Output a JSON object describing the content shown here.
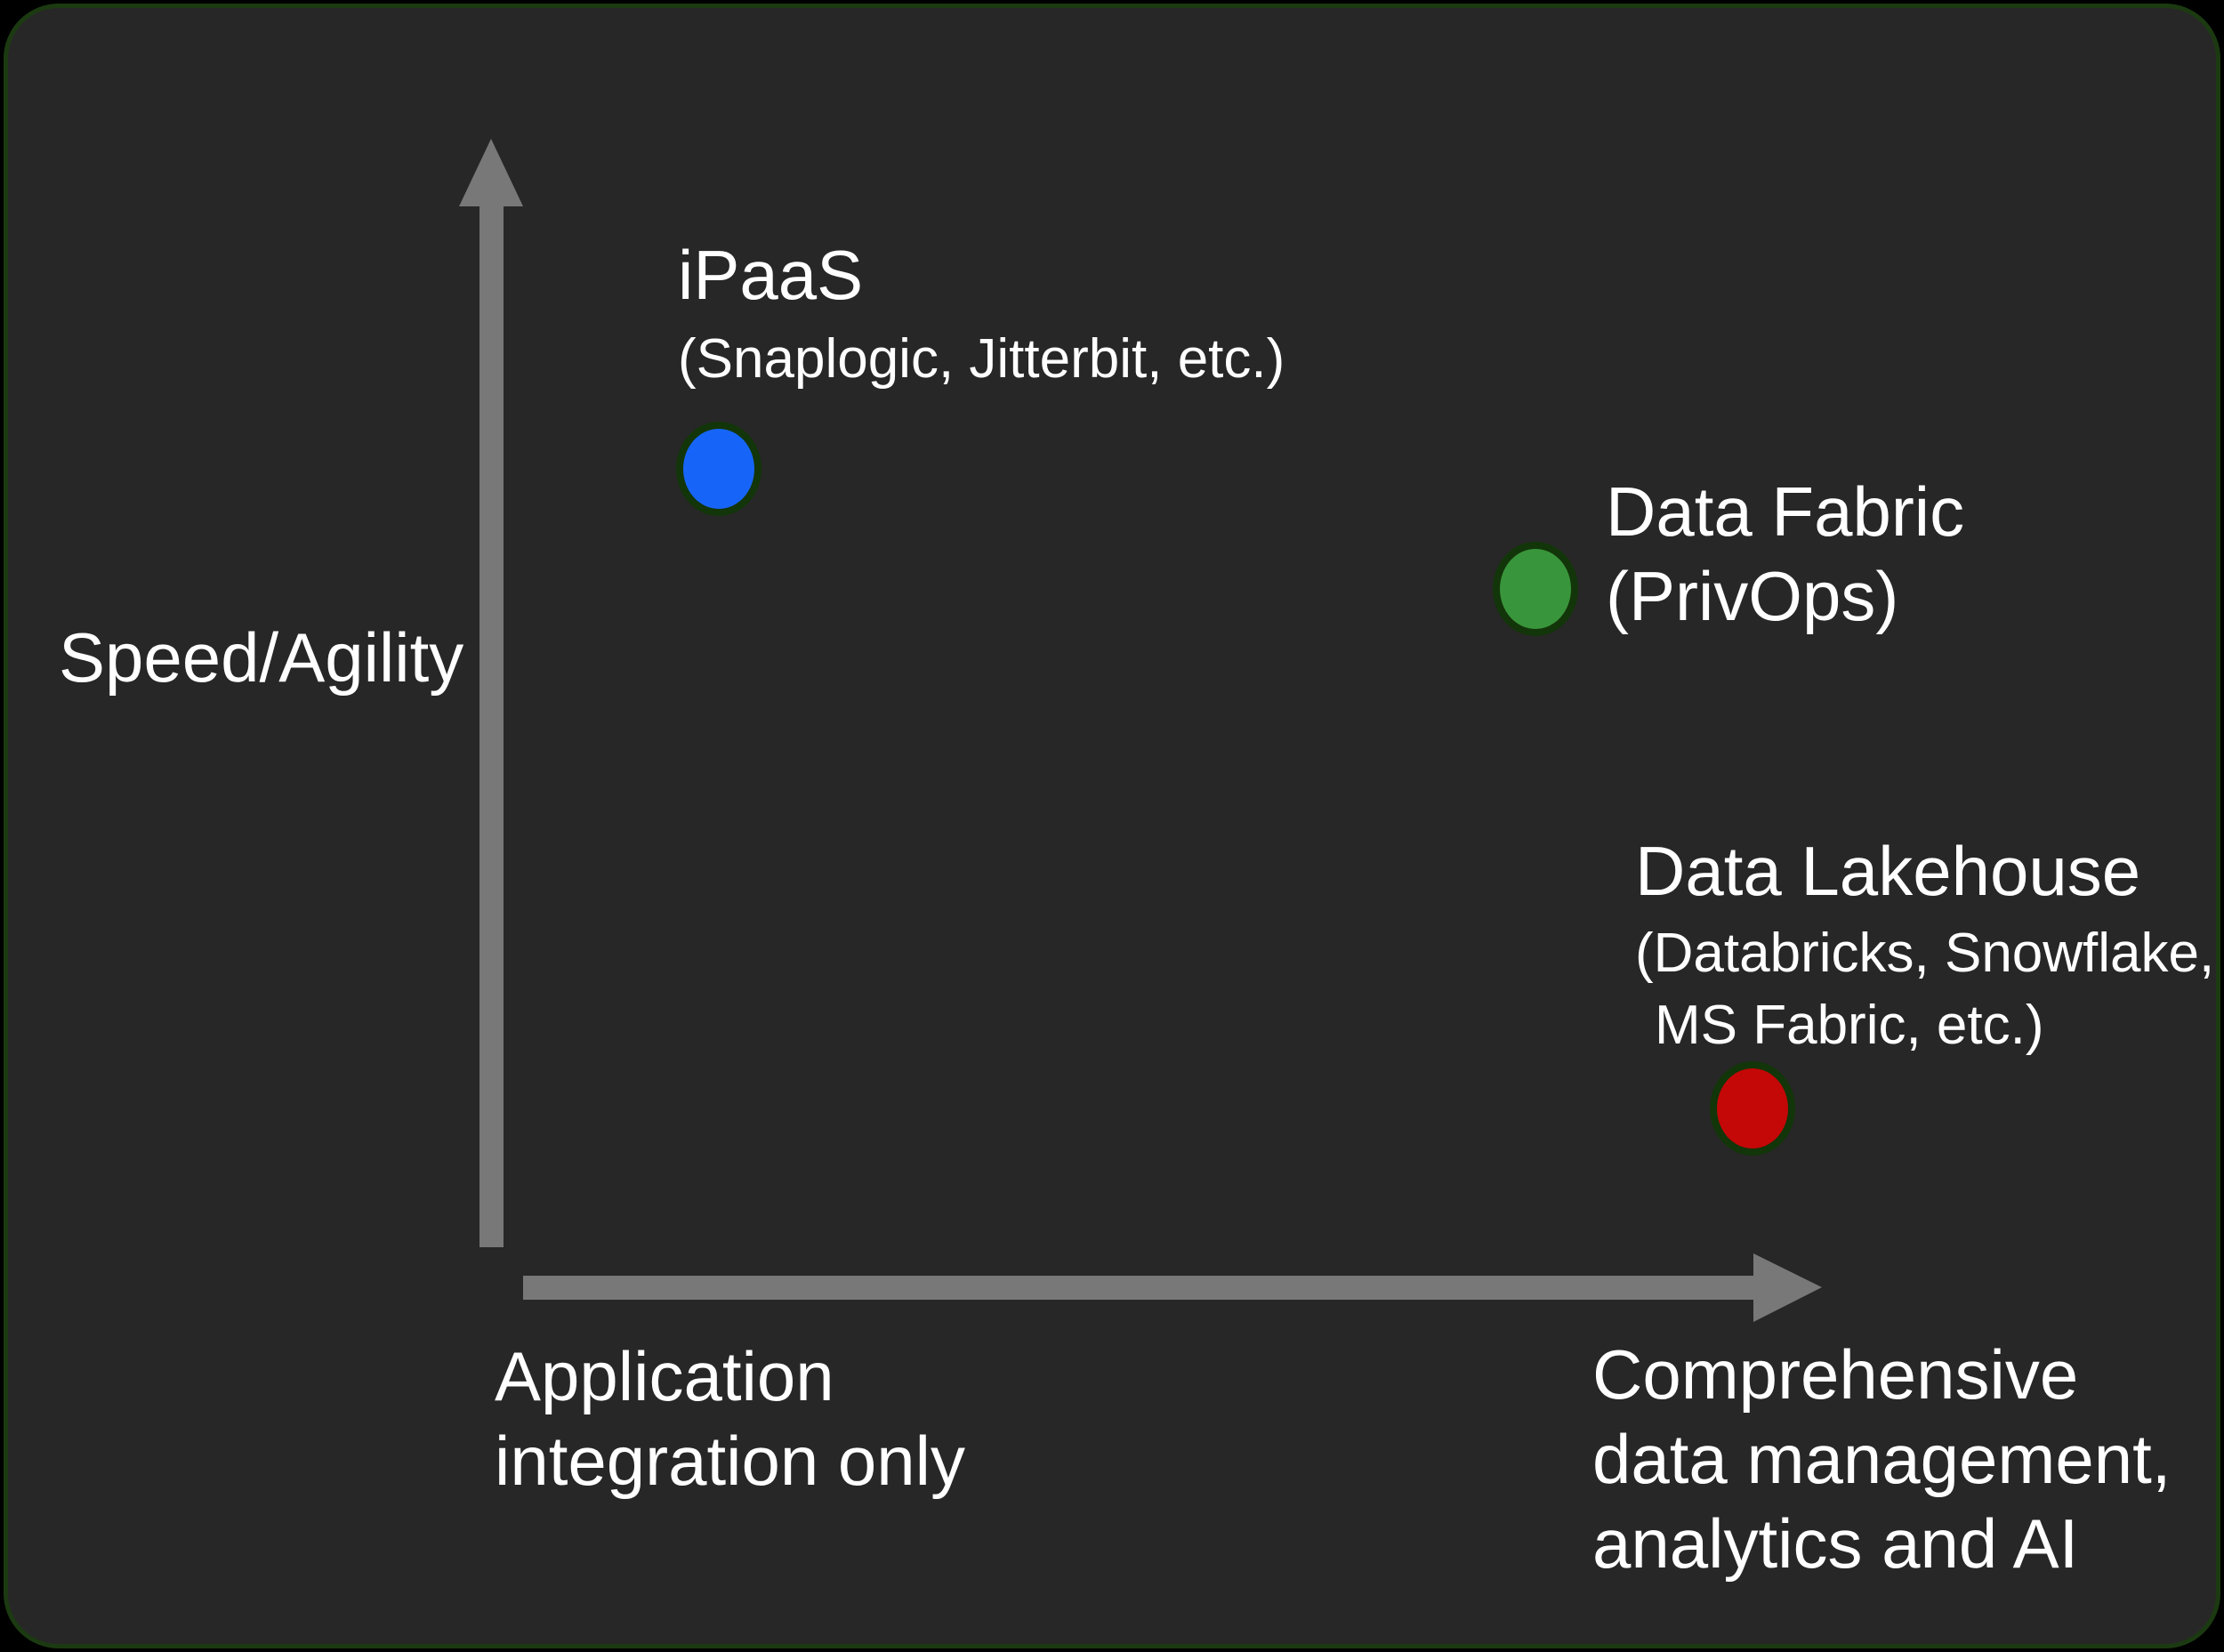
{
  "colors": {
    "page_bg": "#000000",
    "panel_bg": "#272727",
    "panel_border": "#1c3a11",
    "arrow": "#787878",
    "text": "#ffffff",
    "dot_border": "#123509",
    "ipaas_dot": "#1765f8",
    "fabric_dot": "#39953b",
    "lakehouse_dot": "#c40707"
  },
  "labels": {
    "y_axis": "Speed/Agility",
    "x_left": {
      "line1": "Application",
      "line2": "integration only"
    },
    "x_right": {
      "line1": "Comprehensive",
      "line2": "data management,",
      "line3": "analytics and AI"
    },
    "ipaas": {
      "title": "iPaaS",
      "sub": "(Snaplogic, Jitterbit, etc.)"
    },
    "fabric": {
      "line1": "Data Fabric",
      "line2": "(PrivOps)"
    },
    "lakehouse": {
      "title": "Data Lakehouse",
      "sub1": "(Databricks, Snowflake,",
      "sub2": "MS Fabric, etc.)"
    }
  },
  "chart_data": {
    "type": "scatter",
    "title": "",
    "ylabel": "Speed/Agility",
    "xlabel_left_end": "Application integration only",
    "xlabel_right_end": "Comprehensive data management, analytics and AI",
    "axis_style": "conceptual axes with arrowheads, no ticks, no gridlines",
    "xlim": [
      0,
      1
    ],
    "ylim": [
      0,
      1
    ],
    "points": [
      {
        "label": "iPaaS",
        "sublabel": "(Snaplogic, Jitterbit, etc.)",
        "x": 0.17,
        "y": 0.71,
        "color": "#1765f8"
      },
      {
        "label": "Data Fabric",
        "sublabel": "(PrivOps)",
        "x": 0.78,
        "y": 0.61,
        "color": "#39953b"
      },
      {
        "label": "Data Lakehouse",
        "sublabel": "(Databricks, Snowflake, MS Fabric, etc.)",
        "x": 0.95,
        "y": 0.16,
        "color": "#c40707"
      }
    ]
  }
}
